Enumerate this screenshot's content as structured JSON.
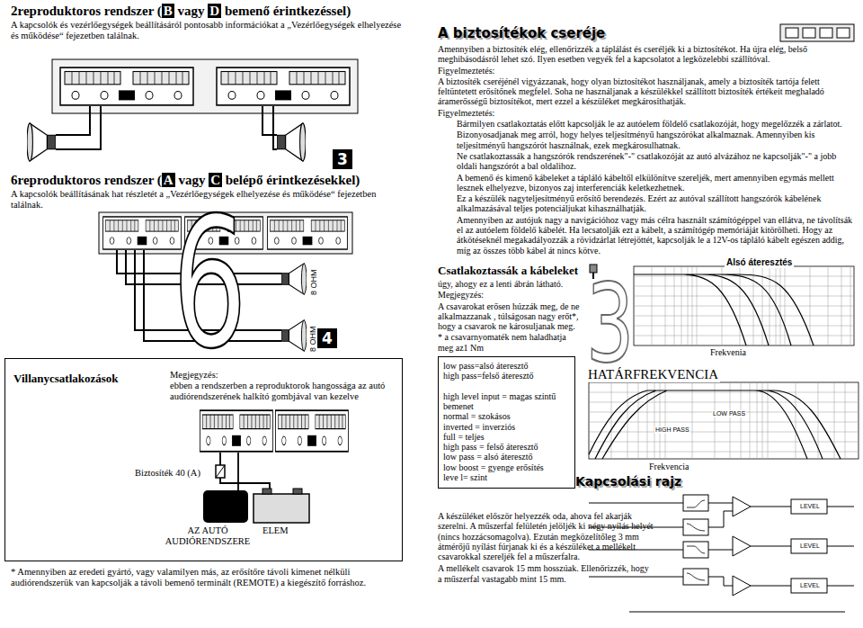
{
  "diagram": {
    "nodes": [
      {
        "text": [
          "3"
        ]
      },
      {
        "text": [
          "4"
        ]
      },
      {
        "text": [
          "Villanycsatlakozások",
          "Megjegyzés:",
          "ebben a rendszerben a reproduktorok hangossága az autó audiórendszerének halkító gombjával van kezelve"
        ]
      },
      {
        "text": [
          "low pass=alsó áteresztő",
          "high pass=felső áteresztő",
          "high level input = magas szintű bemenet",
          "normal = szokásos",
          "inverted = inverziós",
          "full = teljes",
          "high pass = felső áteresztő",
          "low pass = alsó áteresztő",
          "low boost = gyenge erősítés",
          "leve l= szint"
        ]
      }
    ],
    "labels": [
      "2reproduktoros rendszer (B vagy D bemenő érintkezéssel)",
      "A kapcsolók és vezérlőegységek beállításáról pontosabb információkat a „Vezérlőegységek elhelyezése és működése“ fejezetben találnak.",
      "6reproduktoros rendszer (A vagy C belépő érintkezésekkel)",
      "A kapcsolók beállításának hat részletét a „Vezérlőegységek elhelyezése és működése“ fejezetben találnak.",
      "6",
      "8 OHM",
      "8 OHM",
      "Biztosíték 40 (A)",
      "AZ AUTÓ AUDIÓRENDSZERE",
      "ELEM",
      "* Amennyiben az eredeti gyártó, vagy valamilyen más, az erősítőre távoli kimenet nélküli audiórendszerük van kapcsolják a távoli bemenő terminált (REMOTE) a kiegészítő forráshoz.",
      "A biztosítékok cseréje",
      "Amennyiben a biztosíték elég, ellenőrizzék a táplálást és cseréljék ki a biztosítékot. Ha újra elég, belső meghibásodásról lehet szó. Ilyen esetben vegyék fel a kapcsolatot a legközelebbi szállítóval.",
      "Figyelmeztetés:",
      "A biztosíték cseréjénél vigyázzanak, hogy olyan biztosítékot használjanak, amely a biztosíték tartója felett feltüntetett erősítőnek megfelel. Soha ne használjanak a készülékkel szállított biztosíték értékeit meghaladó áramerősségű biztosítékot, mert ezzel a készüléket megkárosíthatják.",
      "Figyelmeztetés:",
      "Bármilyen csatlakoztatás előtt kapcsolják le az autóelem földelő csatlakozóját, hogy megelőzzék a zárlatot.",
      "Bizonyosadjanak meg arról, hogy helyes teljesítményű hangszórókat alkalmaznak. Amennyiben kis teljesítményű hangszórót használnak, ezek megkárosulhatnak.",
      "Ne csatlakoztassák a hangszórók rendszerének\"-\" csatlakozóját az autó alvázához ne kapcsolják\"-\" a jobb oldali hangszórót a bal oldalihoz.",
      "A bemenő és kimenő kábeleket a tápláló kábeltől elkülönítve szereljék, mert amennyiben egymás mellett lesznek elhelyezve, bizonyos zaj interferenciák keletkezhetnek.",
      "Ez a készülék nagyteljesítményű erősítő berendezés. Ezért az autóval szállított hangszórók kábelének alkalmazásával teljes potenciáljukat kihasználhatják.",
      "Amennyiben az autójuk nagy a navigációhoz vagy más célra használt számítógéppel van ellátva, ne távolítsák el az autóelem földelő kábelét. Ha lecsatolják ezt a kábelt, a számítógép memóriáját kitörölheti. Hogy az átkötéseknél megakadályozzák a rövidzárlat létrejöttét, kapcsolják le a 12V-os tápláló kábelt egészen addig, míg az összes több kábel át nincs kötve.",
      "Alsó áteresztés",
      "Csatlakoztassák a kábeleket",
      "úgy, ahogy ez a lenti ábrán látható.",
      "Megjegyzés:",
      "A csavarokat erősen húzzák meg, de ne alkalmazzanak , túlságosan nagy erőt*, hogy a csavarok ne károsuljanak meg.",
      "* a csavarnyomaték nem haladhatja meg az1 Nm",
      "3",
      "Frekvenia",
      "HATÁRFREKVENCIA",
      "HIGH PASS",
      "LOW PASS",
      "Frekvencia",
      "Kapcsolási rajz",
      "LEVEL",
      "LEVEL",
      "LEVEL",
      "A készüléket először helyezzék oda, ahova fel akarják szerelni. A műszerfal felületén jelöljék ki négy nyílás helyét (nincs hozzácsomagolva). Ezután megközelítőleg 3 mm átmérőjű nyílást fúrjanak ki és a készüléket a mellékelt csavarokkal szereljék fel a műszerfalra.",
      "A mellékelt csavarok 15 mm hosszúak. Ellenőrizzék, hogy a műszerfal vastagabb mint 15 mm."
    ]
  }
}
